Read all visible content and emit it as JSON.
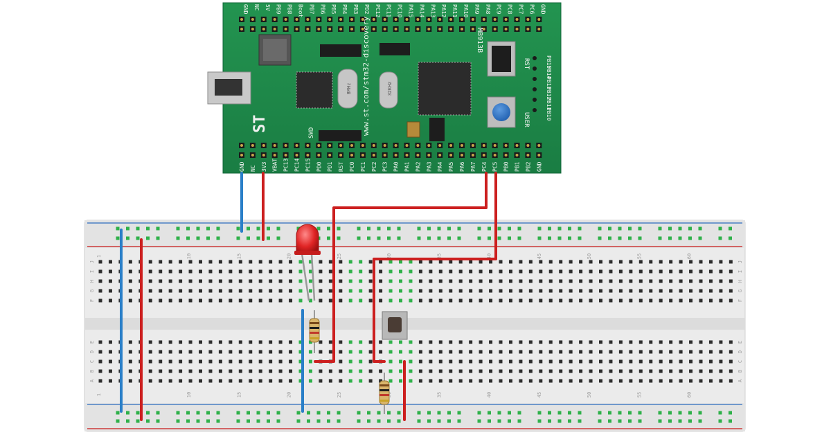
{
  "board": {
    "top_pins": [
      "GND",
      "NC",
      "5V",
      "PB9",
      "PB8",
      "Boot",
      "PB7",
      "PB6",
      "PB5",
      "PB4",
      "PB3",
      "PD2",
      "PC12",
      "PC11",
      "PC10",
      "PA15",
      "PA14",
      "PA13",
      "PA12",
      "PA11",
      "PA10",
      "PA9",
      "PA8",
      "PC9",
      "PC8",
      "PC7",
      "PC6",
      "GND"
    ],
    "bottom_pins": [
      "GND",
      "NC",
      "3V3",
      "VBAT",
      "PC13",
      "PC14",
      "PC15",
      "PD0",
      "PD1",
      "RST",
      "PC0",
      "PC1",
      "PC2",
      "PC3",
      "PA0",
      "PA1",
      "PA2",
      "PA3",
      "PA4",
      "PA5",
      "PA6",
      "PA7",
      "PC4",
      "PC5",
      "PB0",
      "PB1",
      "PB2",
      "GND"
    ],
    "right_pins": [
      "PB15",
      "PB14",
      "PB13",
      "PB12",
      "PB11",
      "PB10"
    ],
    "url_text": "www.st.com/stm32-discovery",
    "logo_text": "ST",
    "user_label": "USER",
    "reset_label": "RST",
    "model_label": "MB913B",
    "swd_label": "SWD",
    "crystal1_label": "8MHz",
    "crystal2_label": "32KHz"
  },
  "breadboard": {
    "column_numbers_top": [
      "1",
      "10",
      "15",
      "20",
      "25",
      "30",
      "35",
      "40",
      "45",
      "50",
      "55",
      "60"
    ],
    "column_numbers_bottom": [
      "1",
      "10",
      "15",
      "20",
      "25",
      "30",
      "35",
      "40",
      "45",
      "50",
      "55",
      "60"
    ],
    "row_letters_upper": [
      "J",
      "I",
      "H",
      "G",
      "F"
    ],
    "row_letters_lower": [
      "E",
      "D",
      "C",
      "B",
      "A"
    ]
  },
  "colors": {
    "board_green": "#1f8a4c",
    "wire_red": "#cc1f1f",
    "wire_blue": "#2a7fc8",
    "hole_green": "#2fb14a",
    "breadboard": "#e8e8e8",
    "led_red": "#e02525",
    "button_blue": "#2060b0"
  }
}
